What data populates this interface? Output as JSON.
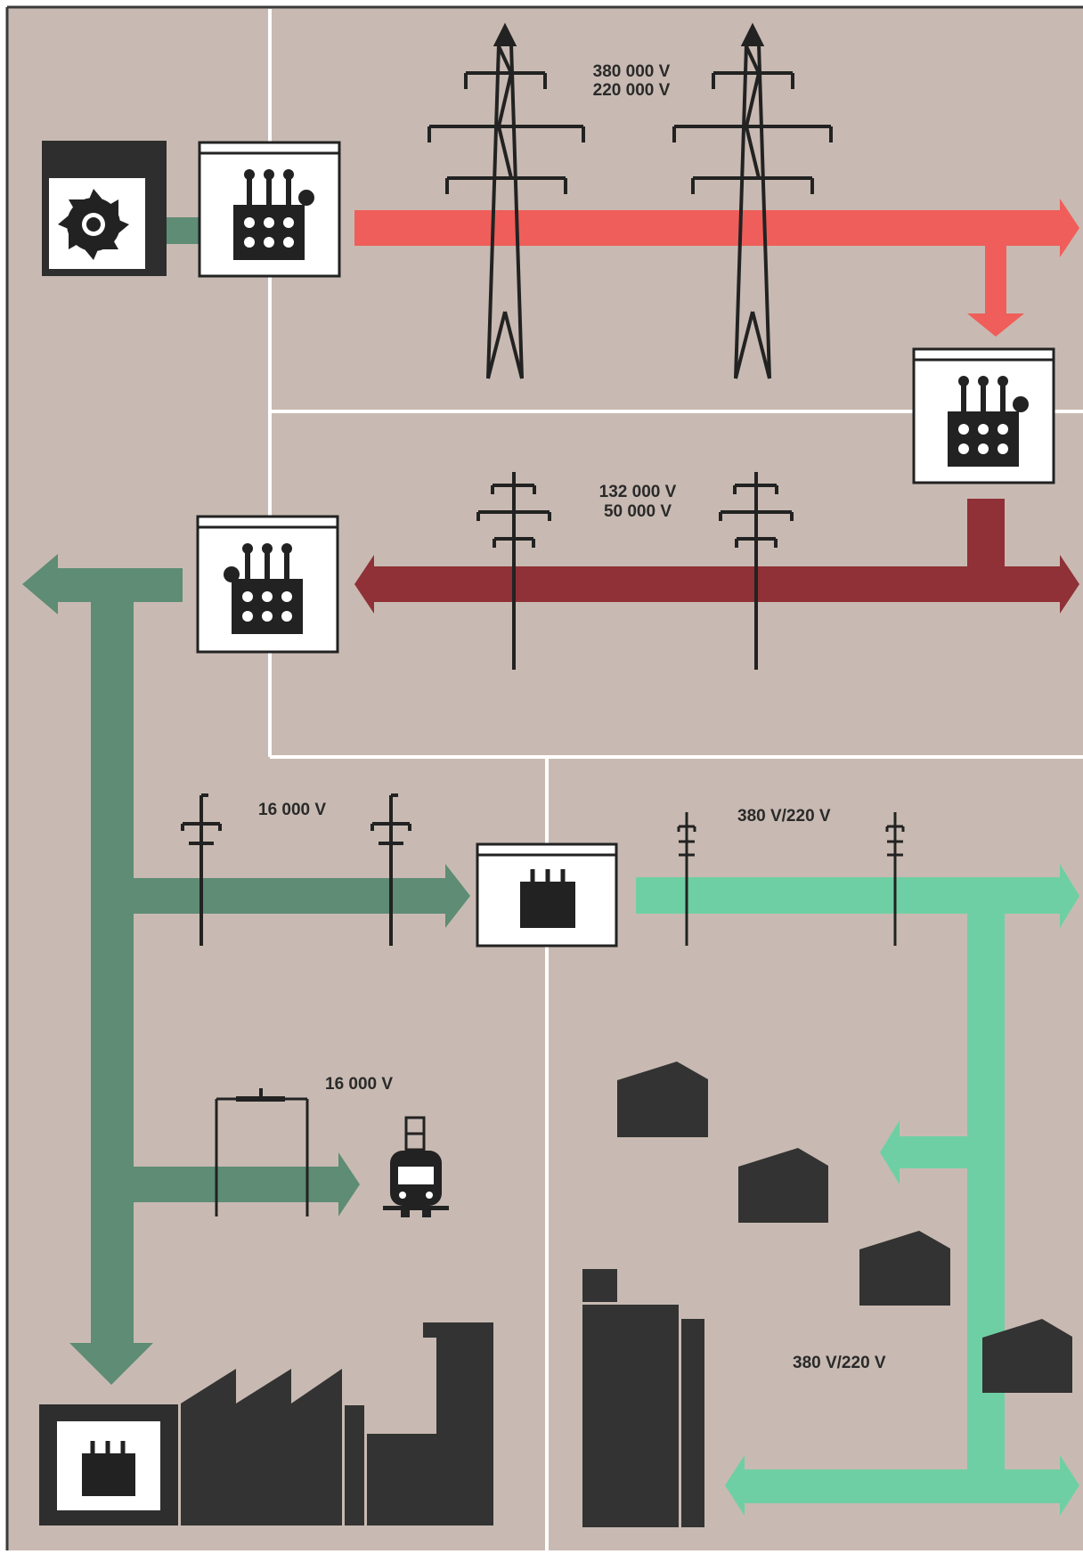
{
  "labels": {
    "line_380_a": "380 000 V",
    "line_380_b": "220 000 V",
    "line_132_a": "132 000 V",
    "line_132_b": "50 000 V",
    "dist_16000": "16 000 V",
    "low_380_top": "380 V/220 V",
    "rail_16000": "16 000 V",
    "low_380_bottom": "380 V/220 V"
  },
  "colors": {
    "background": "#c8bab2",
    "panel_border": "#ffffff",
    "extra_high_voltage": "#ef5e5a",
    "high_voltage": "#8f3136",
    "medium_voltage": "#5e8c75",
    "low_voltage": "#6fcfa4",
    "buildings": "#333333",
    "icons": "#2a2a2a"
  },
  "icons": [
    "turbine-generator-icon",
    "substation-icon",
    "transformer-icon",
    "pylon-icon",
    "pole-icon",
    "catenary-icon",
    "train-icon",
    "house-icon",
    "factory-icon",
    "apartment-block-icon"
  ]
}
